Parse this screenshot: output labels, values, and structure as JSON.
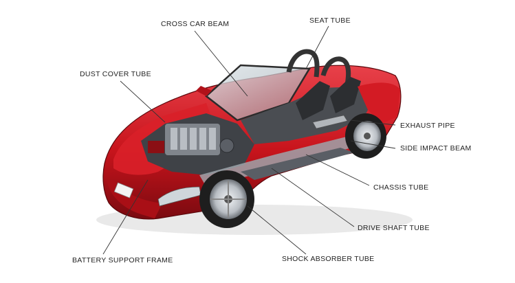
{
  "diagram": {
    "labels": {
      "cross_car_beam": "CROSS CAR BEAM",
      "seat_tube": "SEAT TUBE",
      "dust_cover_tube": "DUST COVER TUBE",
      "exhaust_pipe": "EXHAUST PIPE",
      "side_impact_beam": "SIDE IMPACT BEAM",
      "chassis_tube": "CHASSIS TUBE",
      "drive_shaft_tube": "DRIVE SHAFT TUBE",
      "shock_absorber_tube": "SHOCK ABSORBER TUBE",
      "battery_support_frame": "BATTERY SUPPORT FRAME"
    },
    "colors": {
      "body": "#c8141c",
      "body_dark": "#8a0c12",
      "body_light": "#e8414a",
      "tire": "#1e1e1e",
      "rim": "#b9bec4",
      "engine": "#6d7178",
      "leader": "#333333"
    }
  }
}
